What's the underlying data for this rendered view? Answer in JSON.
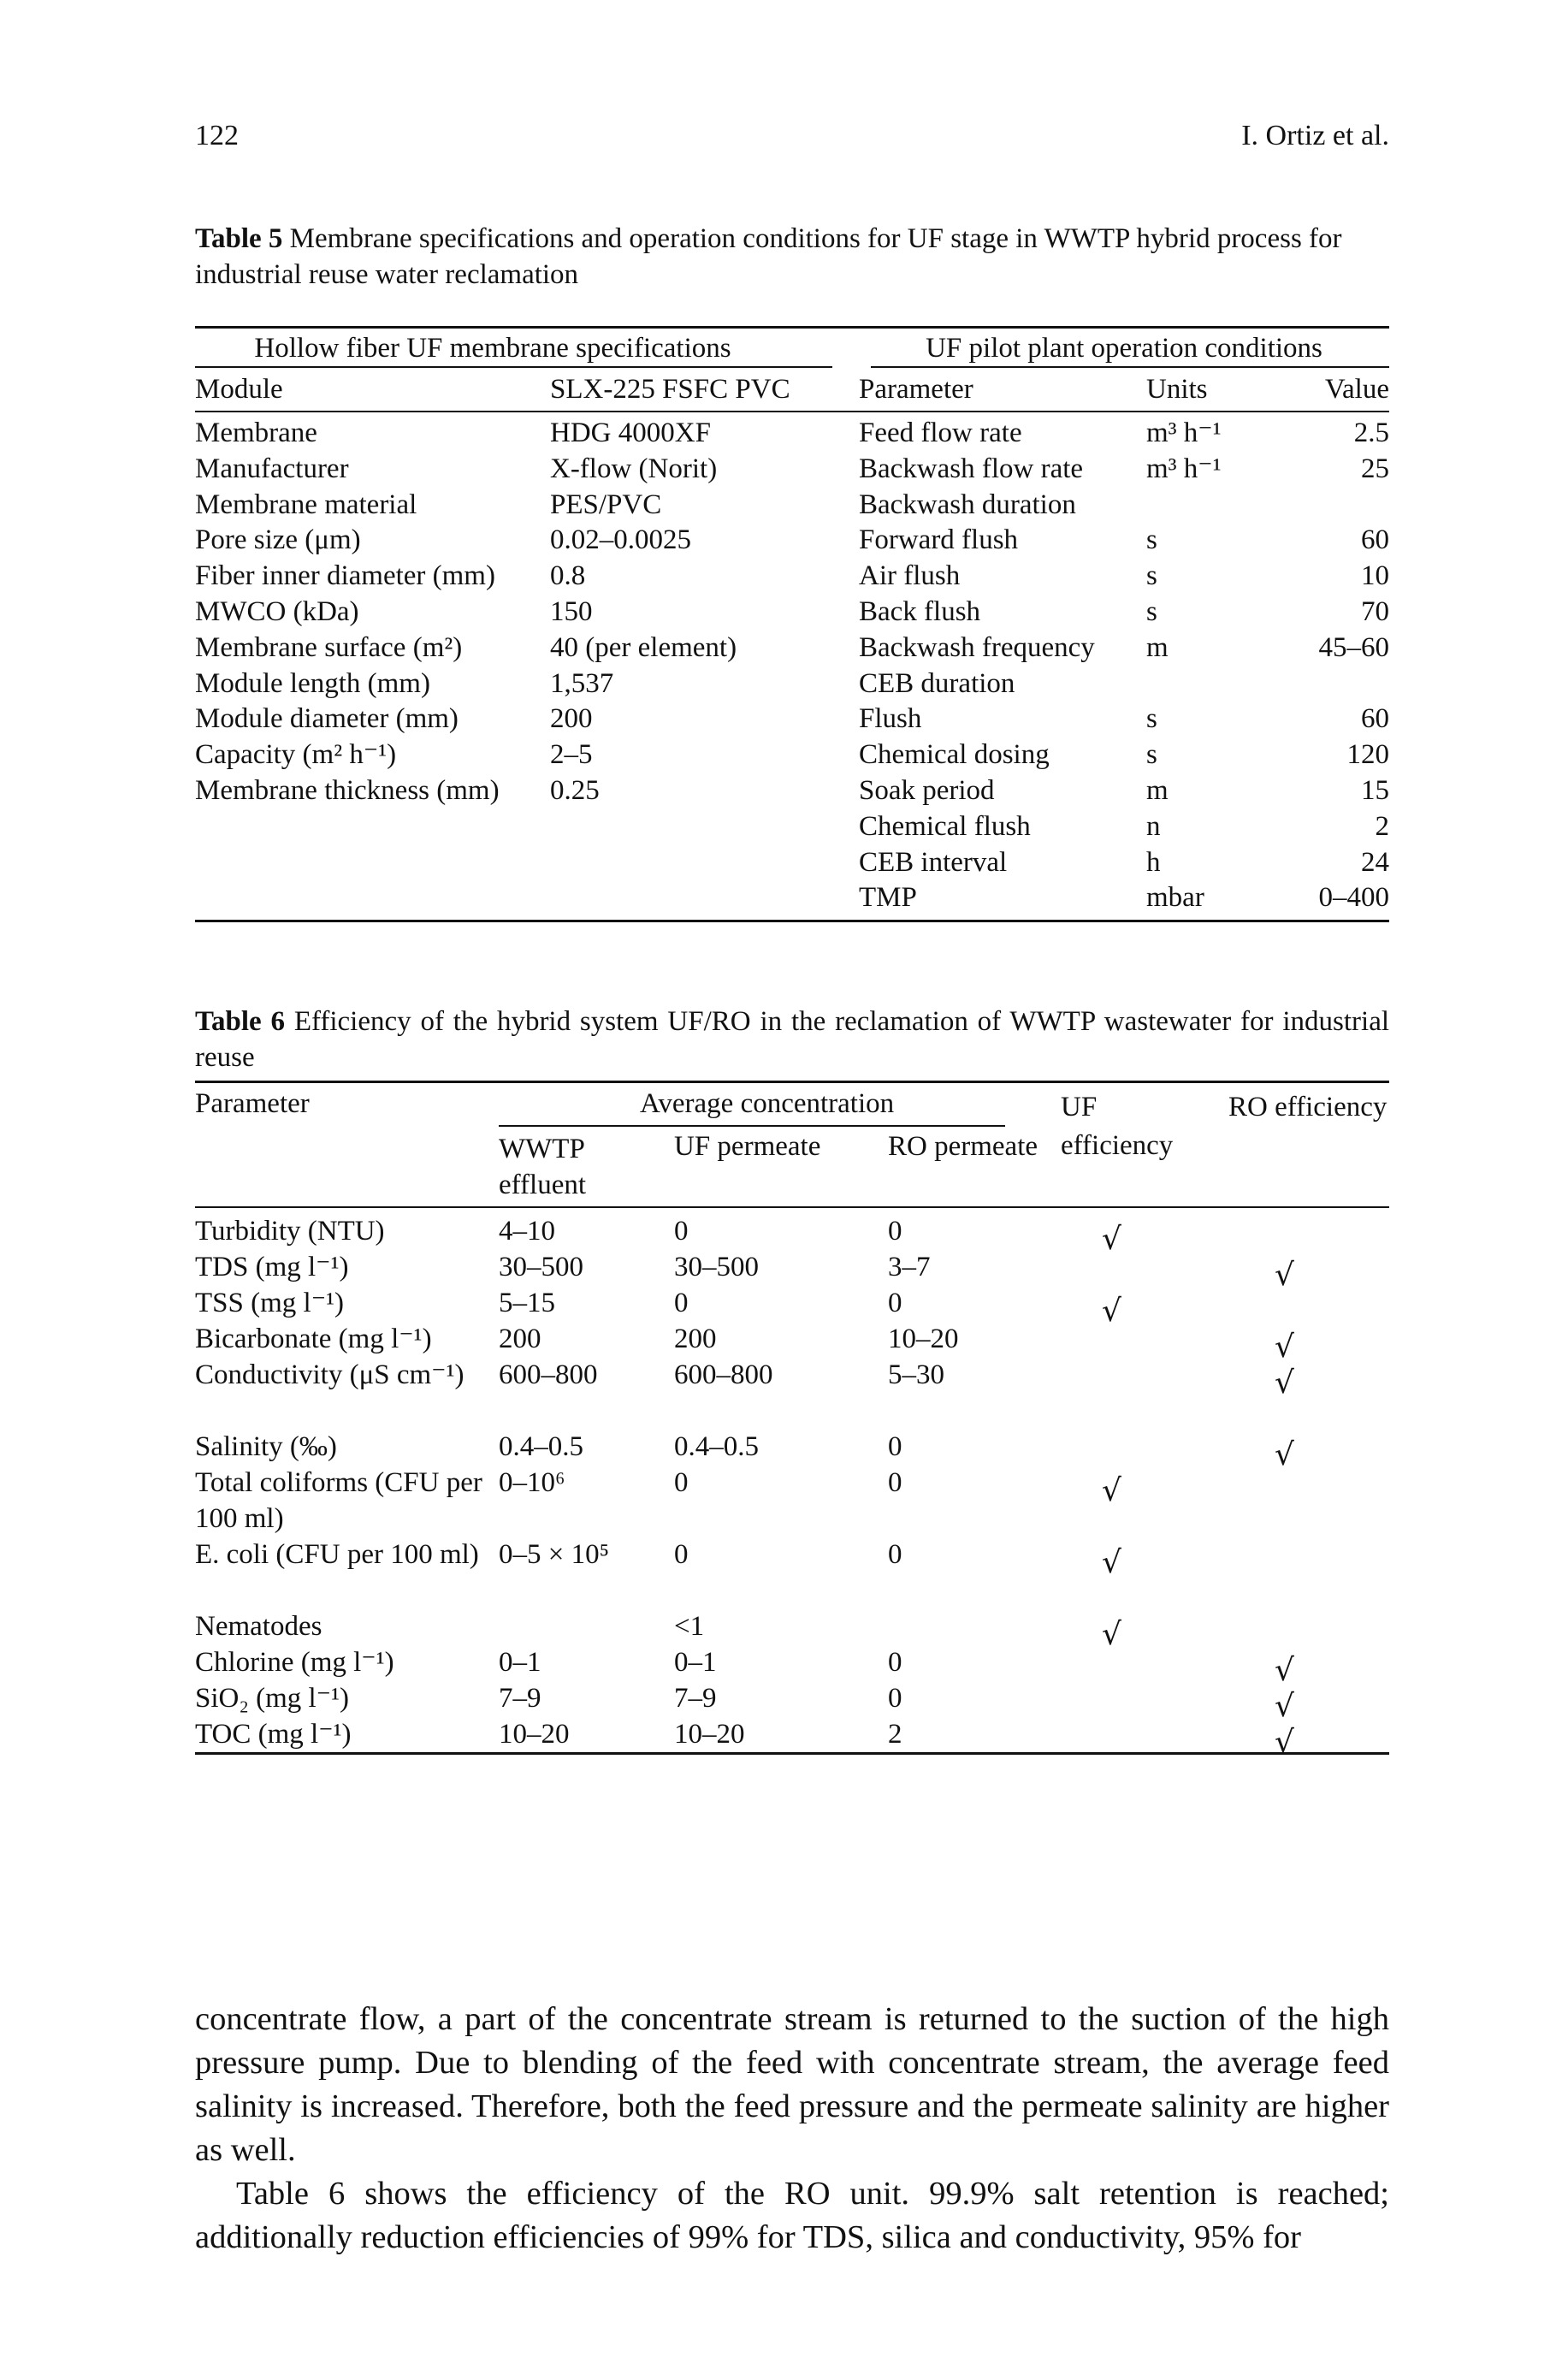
{
  "header": {
    "page_number": "122",
    "authors": "I. Ortiz et al."
  },
  "table5": {
    "label": "Table 5",
    "caption": "Membrane specifications and operation conditions for UF stage in WWTP hybrid process for industrial reuse water reclamation",
    "group_left": "Hollow fiber UF membrane specifications",
    "group_right": "UF pilot plant operation conditions",
    "col_module": "Module",
    "col_module_value": "SLX-225 FSFC PVC",
    "col_parameter": "Parameter",
    "col_units": "Units",
    "col_value": "Value",
    "rows": [
      {
        "spec": "Membrane",
        "spec_value": "HDG 4000XF",
        "param": "Feed flow rate",
        "units": "m³ h⁻¹",
        "value": "2.5"
      },
      {
        "spec": "Manufacturer",
        "spec_value": "X-flow (Norit)",
        "param": "Backwash flow rate",
        "units": "m³ h⁻¹",
        "value": "25"
      },
      {
        "spec": "Membrane material",
        "spec_value": "PES/PVC",
        "param": "Backwash duration",
        "units": "",
        "value": ""
      },
      {
        "spec": "Pore size (μm)",
        "spec_value": "0.02–0.0025",
        "param": "Forward flush",
        "units": "s",
        "value": "60"
      },
      {
        "spec": "Fiber inner diameter (mm)",
        "spec_value": "0.8",
        "param": "Air flush",
        "units": "s",
        "value": "10"
      },
      {
        "spec": "MWCO (kDa)",
        "spec_value": "150",
        "param": "Back flush",
        "units": "s",
        "value": "70"
      },
      {
        "spec": "Membrane surface (m²)",
        "spec_value": "40 (per element)",
        "param": "Backwash frequency",
        "units": "m",
        "value": "45–60"
      },
      {
        "spec": "Module length (mm)",
        "spec_value": "1,537",
        "param": "CEB duration",
        "units": "",
        "value": ""
      },
      {
        "spec": "Module diameter (mm)",
        "spec_value": "200",
        "param": "Flush",
        "units": "s",
        "value": "60"
      },
      {
        "spec": "Capacity (m² h⁻¹)",
        "spec_value": "2–5",
        "param": "Chemical dosing",
        "units": "s",
        "value": "120"
      },
      {
        "spec": "Membrane thickness (mm)",
        "spec_value": "0.25",
        "param": "Soak period",
        "units": "m",
        "value": "15"
      },
      {
        "spec": "",
        "spec_value": "",
        "param": "Chemical flush",
        "units": "n",
        "value": "2"
      },
      {
        "spec": "",
        "spec_value": "",
        "param": "CEB interval",
        "units": "h",
        "value": "24"
      },
      {
        "spec": "",
        "spec_value": "",
        "param": "TMP",
        "units": "mbar",
        "value": "0–400"
      }
    ]
  },
  "table6": {
    "label": "Table 6",
    "caption": "Efficiency of the hybrid system UF/RO in the reclamation of WWTP wastewater for industrial reuse",
    "col_parameter": "Parameter",
    "col_avg": "Average concentration",
    "col_wwtp": "WWTP effluent",
    "col_uf_perm": "UF permeate",
    "col_ro_perm": "RO permeate",
    "col_uf_eff": "UF efficiency",
    "col_ro_eff": "RO efficiency",
    "check_mark": "√",
    "rows": [
      {
        "param": "Turbidity (NTU)",
        "wwtp": "4–10",
        "uf": "0",
        "ro": "0",
        "uf_eff": "√",
        "ro_eff": ""
      },
      {
        "param": "TDS (mg l⁻¹)",
        "wwtp": "30–500",
        "uf": "30–500",
        "ro": "3–7",
        "uf_eff": "",
        "ro_eff": "√"
      },
      {
        "param": "TSS (mg l⁻¹)",
        "wwtp": "5–15",
        "uf": "0",
        "ro": "0",
        "uf_eff": "√",
        "ro_eff": ""
      },
      {
        "param": "Bicarbonate (mg l⁻¹)",
        "wwtp": "200",
        "uf": "200",
        "ro": "10–20",
        "uf_eff": "",
        "ro_eff": "√"
      },
      {
        "param": "Conductivity (μS cm⁻¹)",
        "wwtp": "600–800",
        "uf": "600–800",
        "ro": "5–30",
        "uf_eff": "",
        "ro_eff": "√"
      },
      {
        "param": "Salinity (‰)",
        "wwtp": "0.4–0.5",
        "uf": "0.4–0.5",
        "ro": "0",
        "uf_eff": "",
        "ro_eff": "√"
      },
      {
        "param": "Total coliforms (CFU per 100 ml)",
        "wwtp": "0–10⁶",
        "uf": "0",
        "ro": "0",
        "uf_eff": "√",
        "ro_eff": ""
      },
      {
        "param": "E. coli (CFU per 100 ml)",
        "wwtp": "0–5 × 10⁵",
        "uf": "0",
        "ro": "0",
        "uf_eff": "√",
        "ro_eff": ""
      },
      {
        "param": "Nematodes",
        "wwtp": "",
        "uf": "<1",
        "ro": "",
        "uf_eff": "√",
        "ro_eff": ""
      },
      {
        "param": "Chlorine (mg l⁻¹)",
        "wwtp": "0–1",
        "uf": "0–1",
        "ro": "0",
        "uf_eff": "",
        "ro_eff": "√"
      },
      {
        "param": "SiO₂ (mg l⁻¹)",
        "wwtp": "7–9",
        "uf": "7–9",
        "ro": "0",
        "uf_eff": "",
        "ro_eff": "√"
      },
      {
        "param": "TOC (mg l⁻¹)",
        "wwtp": "10–20",
        "uf": "10–20",
        "ro": "2",
        "uf_eff": "",
        "ro_eff": "√"
      }
    ]
  },
  "body_text": {
    "para1": "concentrate flow, a part of the concentrate stream is returned to the suction of the high pressure pump. Due to blending of the feed with concentrate stream, the average feed salinity is increased. Therefore, both the feed pressure and the permeate salinity are higher as well.",
    "para2": "Table 6 shows the efficiency of the RO unit. 99.9% salt retention is reached; additionally reduction efficiencies of 99% for TDS, silica and conductivity, 95% for"
  }
}
